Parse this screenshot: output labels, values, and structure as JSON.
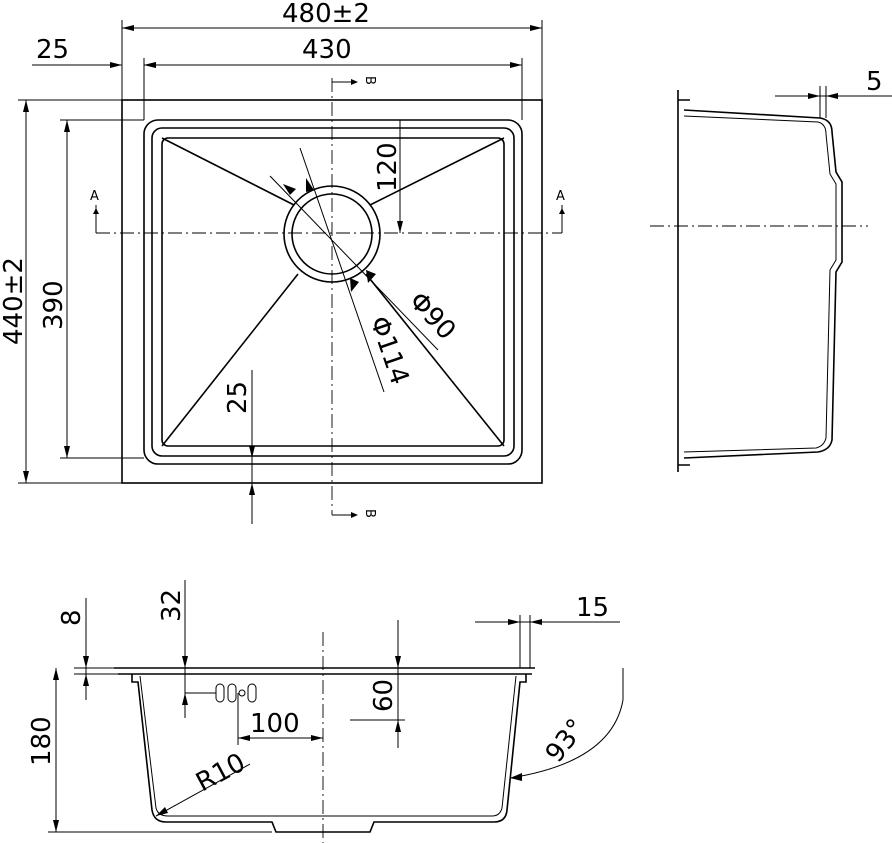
{
  "dimensions": {
    "overall_width": "480±2",
    "inner_width": "430",
    "flange_left": "25",
    "overall_depth": "440±2",
    "inner_depth": "390",
    "drain_offset": "120",
    "drain_inner_dia": "Φ90",
    "drain_outer_dia": "Φ114",
    "flange_bottom": "25",
    "side_flange": "5",
    "flange_thickness": "8",
    "overflow_offset": "32",
    "lip_width": "15",
    "overflow_depth": "60",
    "overflow_dist": "100",
    "total_height": "180",
    "corner_radius": "R10",
    "wall_angle": "93°"
  },
  "sections": {
    "section_a": "A",
    "section_b": "B"
  },
  "colors": {
    "line": "#000000",
    "background": "#ffffff"
  }
}
